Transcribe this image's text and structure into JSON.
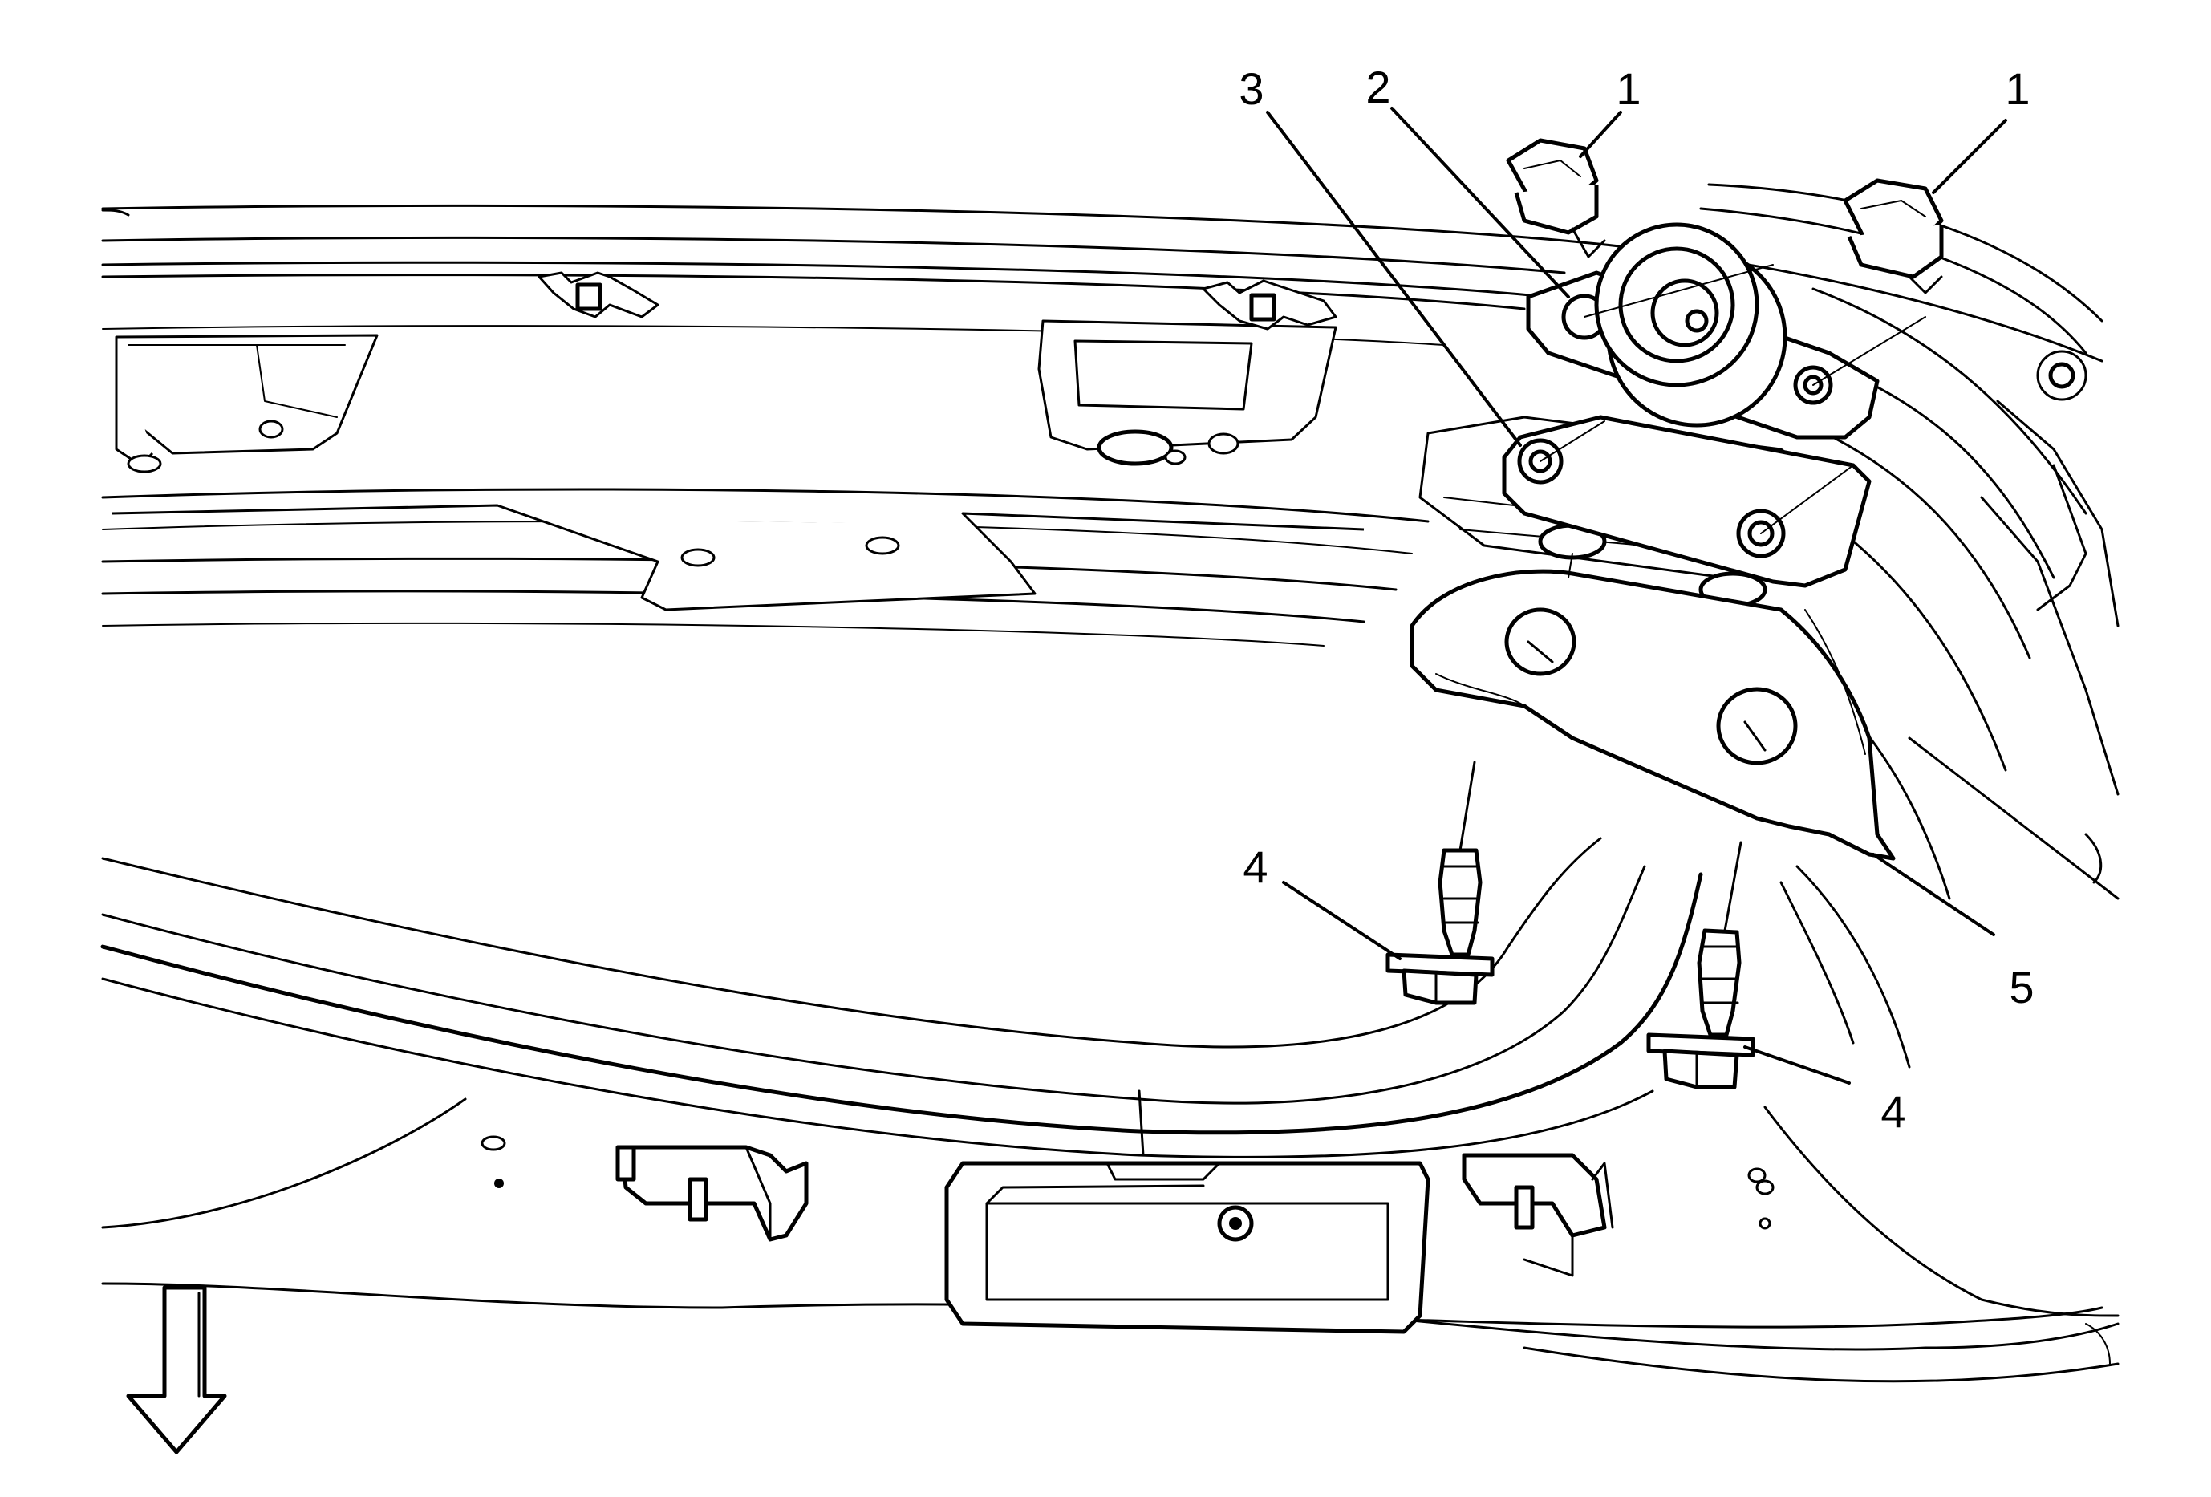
{
  "callouts": [
    {
      "id": "c1a",
      "label": "1"
    },
    {
      "id": "c1b",
      "label": "1"
    },
    {
      "id": "c2",
      "label": "2"
    },
    {
      "id": "c3",
      "label": "3"
    },
    {
      "id": "c4a",
      "label": "4"
    },
    {
      "id": "c4b",
      "label": "4"
    },
    {
      "id": "c5",
      "label": "5"
    }
  ],
  "icons": {
    "direction_arrow": "down-arrow-icon"
  },
  "colors": {
    "line": "#000000",
    "background": "#ffffff"
  }
}
